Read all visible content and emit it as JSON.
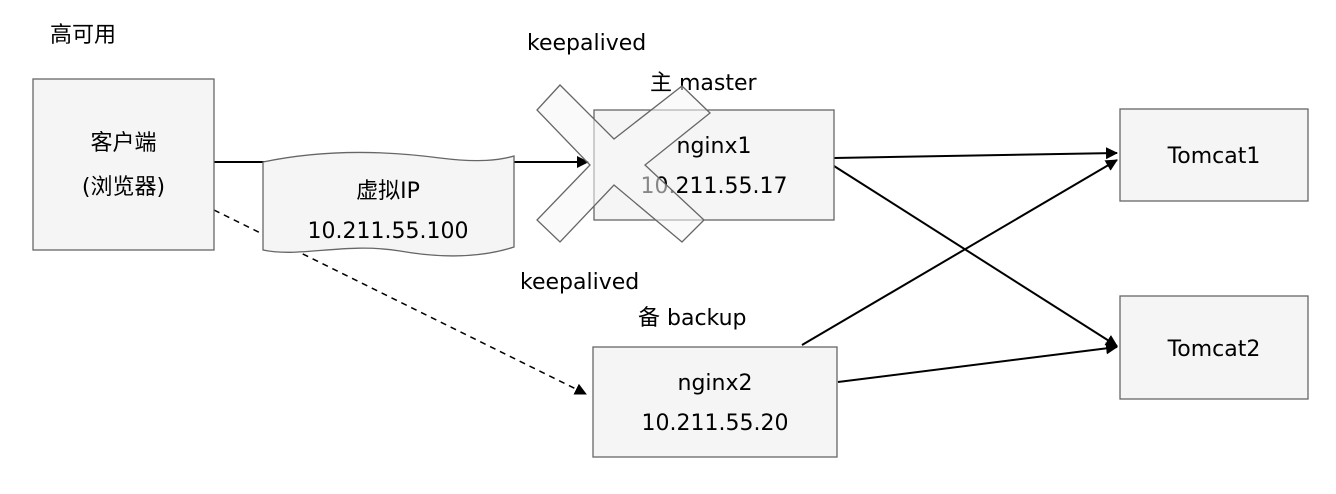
{
  "title": "高可用",
  "client": {
    "line1": "客户端",
    "line2": "(浏览器)"
  },
  "vip": {
    "line1": "虚拟IP",
    "line2": "10.211.55.100"
  },
  "master": {
    "tag1": "keepalived",
    "tag2": "主 master",
    "name": "nginx1",
    "ip": "10.211.55.17",
    "status": "failed"
  },
  "backup": {
    "tag1": "keepalived",
    "tag2": "备 backup",
    "name": "nginx2",
    "ip": "10.211.55.20"
  },
  "servers": [
    {
      "name": "Tomcat1"
    },
    {
      "name": "Tomcat2"
    }
  ],
  "colors": {
    "box_fill": "#f5f5f5",
    "box_stroke": "#666666",
    "cross_fill": "#f5f5f5",
    "cross_stroke": "#666666",
    "arrow": "#000000"
  }
}
